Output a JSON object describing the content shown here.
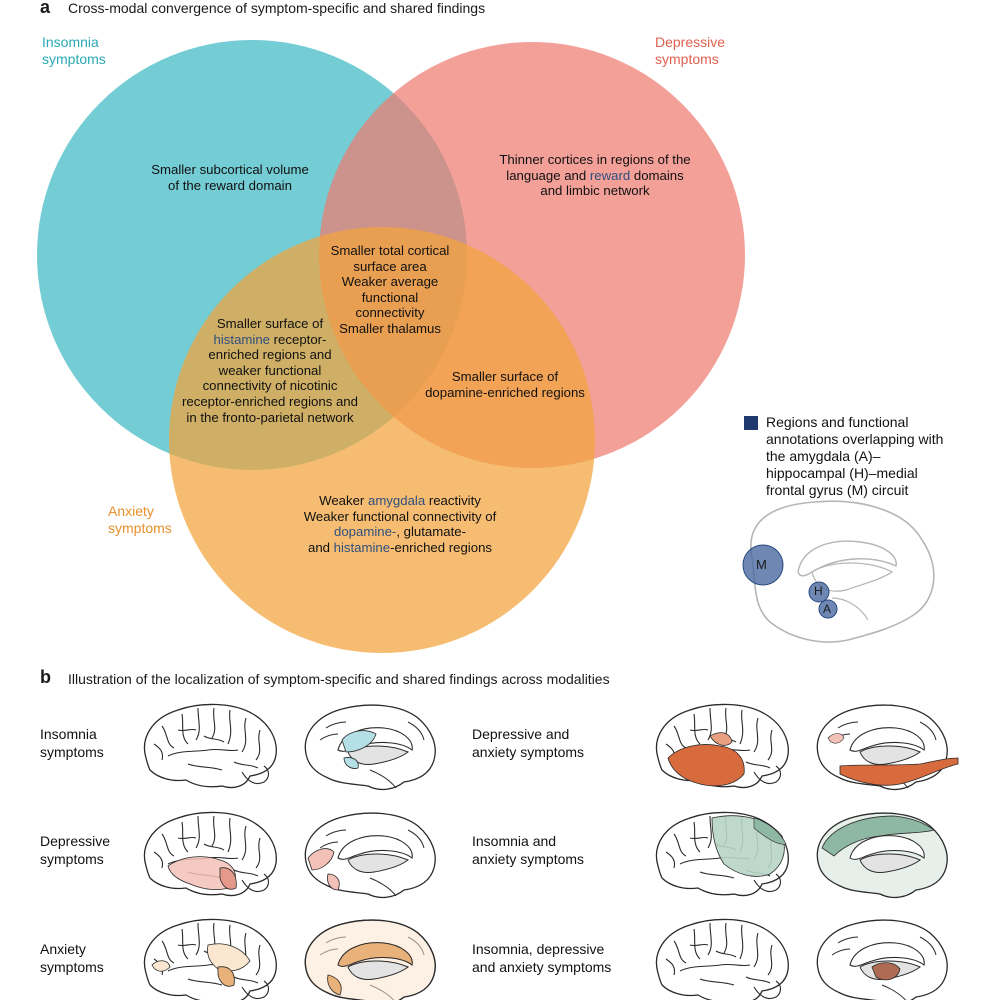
{
  "panel_a": {
    "letter": "a",
    "title": "Cross-modal convergence of symptom-specific and shared findings",
    "sets": {
      "insomnia": {
        "line1": "Insomnia",
        "line2": "symptoms",
        "color": "#3fb8c4",
        "label_color": "#2aa9b5"
      },
      "depressive": {
        "line1": "Depressive",
        "line2": "symptoms",
        "color": "#ee7b70",
        "label_color": "#e0604f"
      },
      "anxiety": {
        "line1": "Anxiety",
        "line2": "symptoms",
        "color": "#f3a43c",
        "label_color": "#e8902a"
      }
    },
    "regions": {
      "insomnia_only": [
        "Smaller subcortical volume",
        "of the reward domain"
      ],
      "depressive_only": {
        "l1": "Thinner cortices in regions of the",
        "l2_pre": "language and ",
        "l2_hl": "reward",
        "l2_post": " domains",
        "l3": "and limbic network"
      },
      "all_three": [
        "Smaller total cortical",
        "surface area",
        "Weaker average",
        "functional",
        "connectivity",
        "Smaller thalamus"
      ],
      "insomnia_anxiety": {
        "l1": "Smaller surface of",
        "l2_hl": "histamine",
        "l2_post": " receptor-",
        "l3": "enriched regions and",
        "l4": "weaker functional",
        "l5": "connectivity of nicotinic",
        "l6": "receptor-enriched regions and",
        "l7": "in the fronto-parietal network"
      },
      "depressive_anxiety": [
        "Smaller surface of",
        "dopamine-enriched regions"
      ],
      "anxiety_only": {
        "l1_pre": "Weaker ",
        "l1_hl": "amygdala",
        "l1_post": " reactivity",
        "l2": "Weaker functional connectivity of",
        "l3_hl": "dopamine-",
        "l3_post": ", glutamate-",
        "l4_pre": "and ",
        "l4_hl": "histamine",
        "l4_post": "-enriched regions"
      }
    },
    "legend": {
      "lines": [
        "Regions and functional",
        "annotations overlapping with",
        "the amygdala (A)–",
        "hippocampal (H)–medial",
        "frontal gyrus (M) circuit"
      ],
      "swatch_color": "#1f3a6e",
      "markers": [
        "M",
        "H",
        "A"
      ]
    }
  },
  "panel_b": {
    "letter": "b",
    "title": "Illustration of the localization of symptom-specific and shared findings across modalities",
    "rows": [
      [
        "Insomnia",
        "symptoms"
      ],
      [
        "Depressive",
        "symptoms"
      ],
      [
        "Anxiety",
        "symptoms"
      ],
      [
        "Depressive and",
        "anxiety symptoms"
      ],
      [
        "Insomnia and",
        "anxiety symptoms"
      ],
      [
        "Insomnia, depressive",
        "and anxiety symptoms"
      ]
    ]
  },
  "colors": {
    "highlight_text": "#2f4f7f",
    "brain_outline": "#2a2a2a",
    "teal_fill": "#b5dfe6",
    "pink_fill": "#f3c1b8",
    "light_orange_fill": "#fbe6cf",
    "orange_fill": "#e8b27a",
    "rust_fill": "#d86b3e",
    "green_fill": "#8fb8a4",
    "brown_fill": "#b06b55"
  }
}
